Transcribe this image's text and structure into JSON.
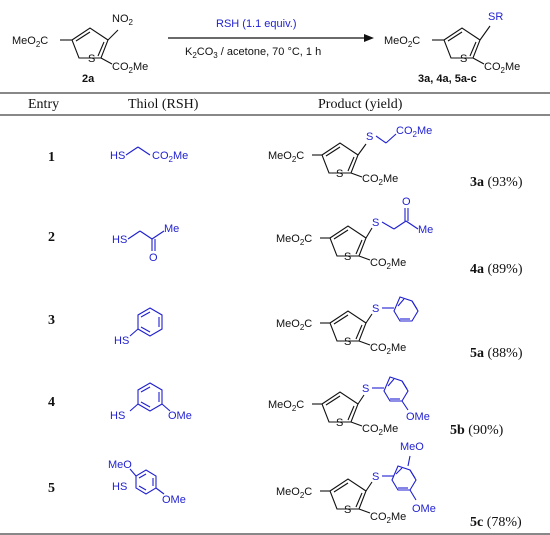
{
  "scheme": {
    "reactant_label": "2a",
    "nitro": "NO",
    "nitro_sub": "2",
    "meo2c": "MeO",
    "co2me": "CO",
    "sub2": "2",
    "me": "C",
    "s": "S",
    "sr": "SR",
    "reagent_top": "RSH (1.1 equiv.)",
    "reagent_bottom_a": "K",
    "reagent_bottom_b": "CO",
    "reagent_bottom_c": " / acetone, 70 °C, 1 h",
    "products_label": "3a, 4a, 5a-c"
  },
  "table": {
    "headers": [
      "Entry",
      "Thiol (RSH)",
      "Product (yield)"
    ],
    "rows": [
      {
        "entry": "1",
        "product_id": "3a",
        "yield": "(93%)"
      },
      {
        "entry": "2",
        "product_id": "4a",
        "yield": "(89%)"
      },
      {
        "entry": "3",
        "product_id": "5a",
        "yield": "(88%)"
      },
      {
        "entry": "4",
        "product_id": "5b",
        "yield": "(90%)"
      },
      {
        "entry": "5",
        "product_id": "5c",
        "yield": "(78%)"
      }
    ]
  },
  "labels": {
    "hs": "HS",
    "s": "S",
    "o": "O",
    "me": "Me",
    "ome": "OMe",
    "meo": "MeO",
    "co2me_a": "CO",
    "co2me_b": "Me",
    "meo2c_a": "MeO",
    "meo2c_b": "C",
    "two": "2"
  },
  "colors": {
    "accent": "#1f1fd1",
    "text": "#111111"
  }
}
